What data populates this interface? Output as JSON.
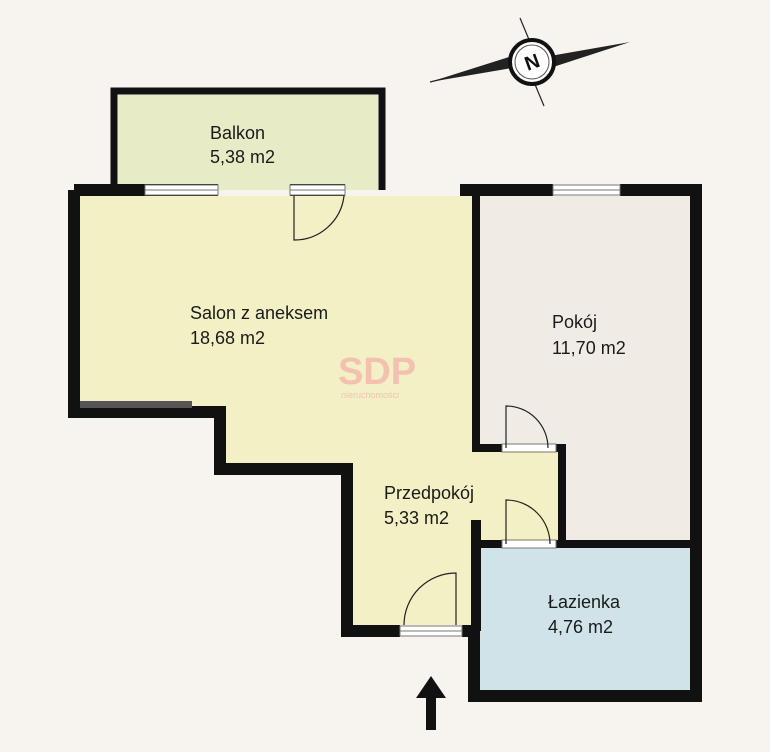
{
  "rooms": {
    "balcony": {
      "name": "Balkon",
      "area": "5,38 m2",
      "color": "#e8ecc6"
    },
    "living": {
      "name": "Salon z aneksem",
      "area": "18,68 m2",
      "color": "#f2f0c4"
    },
    "room": {
      "name": "Pokój",
      "area": "11,70 m2",
      "color": "#f1ebe5"
    },
    "hall": {
      "name": "Przedpokój",
      "area": "5,33 m2",
      "color": "#f2f0c4"
    },
    "bathroom": {
      "name": "Łazienka",
      "area": "4,76 m2",
      "color": "#cfe3e8"
    }
  },
  "compass": {
    "letter": "N",
    "icon": "compass-icon"
  },
  "watermark": {
    "brand": "SDP",
    "sub": "nieruchomości"
  },
  "entrance": {
    "icon": "entrance-arrow-icon"
  },
  "colors": {
    "wall": "#111111",
    "background": "#f7f4ef"
  }
}
